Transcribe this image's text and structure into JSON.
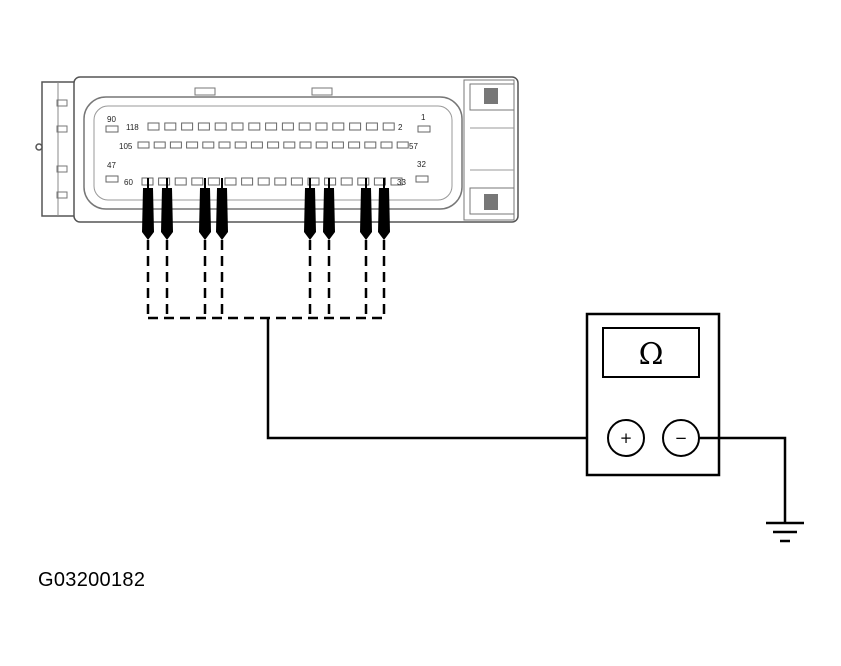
{
  "connector": {
    "pin_labels": {
      "top_left_small": "90",
      "top_row_left": "118",
      "top_row_right": "2",
      "top_right_small": "1",
      "mid_row_left": "105",
      "mid_row_right": "57",
      "bottom_left_small": "47",
      "bottom_row_left": "60",
      "bottom_row_right": "33",
      "bottom_right_small": "32"
    }
  },
  "meter": {
    "display_symbol": "Ω",
    "plus_symbol": "+",
    "minus_symbol": "−"
  },
  "figure_id": "G03200182"
}
